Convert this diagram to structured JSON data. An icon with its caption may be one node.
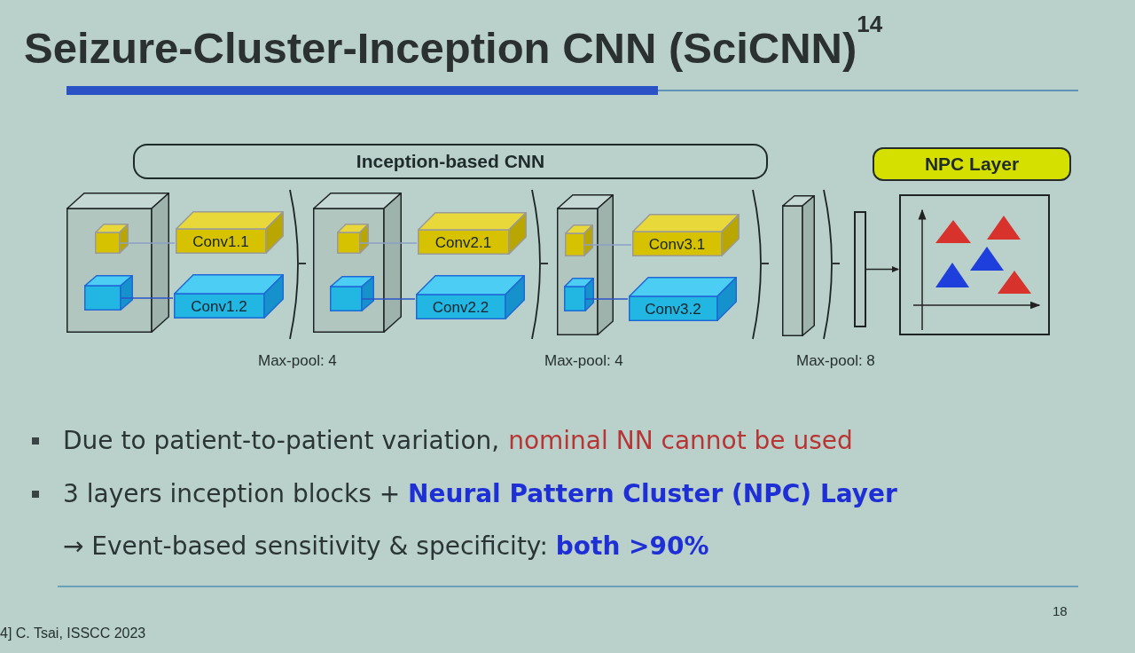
{
  "diagram": {
    "title": "Seizure-Cluster-Inception CNN (SciCNN)$^{14}$",
    "nodes": [
      {
        "text": [
          "Inception-based CNN"
        ]
      },
      {
        "text": [
          "NPC Layer"
        ]
      },
      {
        "text": [],
        "shape": "box"
      },
      {
        "text": [],
        "shape": "box",
        "in": 2
      },
      {
        "text": [
          "Conv1.1"
        ]
      },
      {
        "text": [],
        "shape": "box",
        "in": 2
      },
      {
        "text": [
          "Conv1.2"
        ]
      },
      {
        "text": [],
        "shape": "box"
      },
      {
        "text": [],
        "shape": "box",
        "in": 7
      },
      {
        "text": [
          "Conv2.1"
        ]
      },
      {
        "text": [],
        "shape": "box",
        "in": 7
      },
      {
        "text": [
          "Conv2.2"
        ]
      },
      {
        "text": [],
        "shape": "box"
      },
      {
        "text": [],
        "shape": "box",
        "in": 12
      },
      {
        "text": [
          "Conv3.1"
        ]
      },
      {
        "text": [],
        "shape": "box",
        "in": 12
      },
      {
        "text": [
          "Conv3.2"
        ]
      },
      {
        "text": [],
        "shape": "box"
      },
      {
        "text": [],
        "shape": "bar"
      },
      {
        "text": [],
        "shape": "picture"
      }
    ],
    "edges": [
      {
        "from": 3,
        "to": 4,
        "arrow": "none"
      },
      {
        "from": 5,
        "to": 6,
        "arrow": "none",
        "color": "#2a55c8"
      },
      {
        "from": 8,
        "to": 9,
        "arrow": "none"
      },
      {
        "from": 10,
        "to": 11,
        "arrow": "none",
        "color": "#2a55c8"
      },
      {
        "from": 13,
        "to": 14,
        "arrow": "none"
      },
      {
        "from": 15,
        "to": 16,
        "arrow": "none",
        "color": "#2a55c8"
      },
      {
        "from": 18,
        "to": 19,
        "arrow": "to",
        "color": "#222222"
      }
    ],
    "labels": [
      "Max-pool: 4",
      "Max-pool: 4",
      "Max-pool: 8",
      "Due to patient-to-patient variation,",
      "nominal NN cannot be used",
      "3 layers inception blocks + **Neural Pattern Cluster (NPC) Layer**",
      "→ Event-based sensitivity & specificity: **both >90%**",
      "18",
      "4] C. Tsai, ISSCC 2023"
    ]
  }
}
